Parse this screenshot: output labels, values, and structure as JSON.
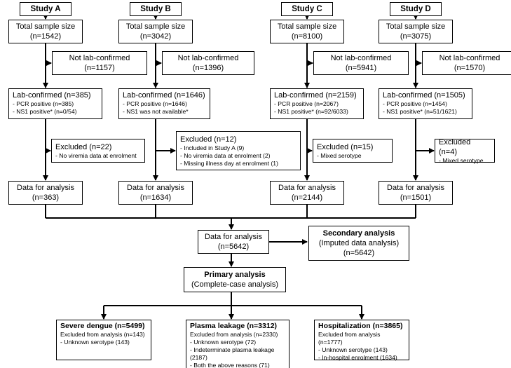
{
  "studies": [
    {
      "name": "Study A",
      "total": [
        "Total sample size",
        "(n=1542)"
      ],
      "not_lab": [
        "Not lab-confirmed",
        "(n=1157)"
      ],
      "lab": [
        "Lab-confirmed (n=385)",
        "- PCR positive (n=385)",
        "- NS1 positive* (n=0/54)"
      ],
      "excluded": [
        "Excluded (n=22)",
        "- No viremia data at enrolment"
      ],
      "analysis": [
        "Data for analysis",
        "(n=363)"
      ]
    },
    {
      "name": "Study B",
      "total": [
        "Total sample size",
        "(n=3042)"
      ],
      "not_lab": [
        "Not lab-confirmed",
        "(n=1396)"
      ],
      "lab": [
        "Lab-confirmed (n=1646)",
        "- PCR positive (n=1646)",
        "- NS1 was not available*"
      ],
      "excluded": [
        "Excluded (n=12)",
        "- Included in Study A (9)",
        "- No viremia data at enrolment (2)",
        "- Missing illness day at enrolment (1)"
      ],
      "analysis": [
        "Data for analysis",
        "(n=1634)"
      ]
    },
    {
      "name": "Study C",
      "total": [
        "Total sample size",
        "(n=8100)"
      ],
      "not_lab": [
        "Not lab-confirmed",
        "(n=5941)"
      ],
      "lab": [
        "Lab-confirmed (n=2159)",
        "- PCR positive (n=2067)",
        "- NS1 positive* (n=92/6033)"
      ],
      "excluded": [
        "Excluded (n=15)",
        "- Mixed serotype"
      ],
      "analysis": [
        "Data for analysis",
        "(n=2144)"
      ]
    },
    {
      "name": "Study D",
      "total": [
        "Total sample size",
        "(n=3075)"
      ],
      "not_lab": [
        "Not lab-confirmed",
        "(n=1570)"
      ],
      "lab": [
        "Lab-confirmed (n=1505)",
        "- PCR positive (n=1454)",
        "- NS1 positive* (n=51/1621)"
      ],
      "excluded": [
        "Excluded (n=4)",
        "- Mixed serotype"
      ],
      "analysis": [
        "Data for analysis",
        "(n=1501)"
      ]
    }
  ],
  "combined": [
    "Data for analysis",
    "(n=5642)"
  ],
  "secondary": [
    "Secondary analysis",
    "(Imputed data analysis)",
    "(n=5642)"
  ],
  "primary": [
    "Primary analysis",
    "(Complete-case analysis)"
  ],
  "outcomes": [
    {
      "title": "Severe dengue (n=5499)",
      "lines": [
        "Excluded from analysis (n=143)",
        "- Unknown serotype (143)"
      ]
    },
    {
      "title": "Plasma leakage (n=3312)",
      "lines": [
        "Excluded from analysis (n=2330)",
        "- Unknown serotype (72)",
        "- Indeterminate plasma leakage (2187)",
        "- Both the above reasons (71)"
      ]
    },
    {
      "title": "Hospitalization (n=3865)",
      "lines": [
        "Excluded from analysis (n=1777)",
        "- Unknown serotype (143)",
        "- In-hospital enrolment (1634)"
      ]
    }
  ]
}
